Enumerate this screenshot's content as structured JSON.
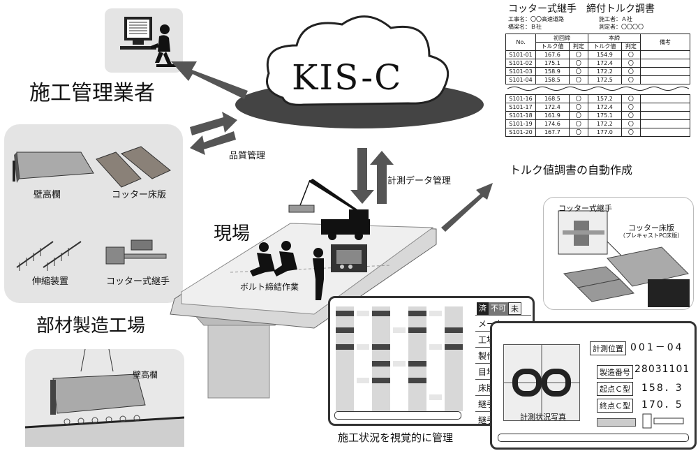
{
  "cloud": {
    "label": "KIS-C"
  },
  "manager": {
    "label": "施工管理業者"
  },
  "arrows": {
    "quality": "品質管理",
    "measurement": "計測データ管理"
  },
  "site": {
    "label": "現場",
    "work": "ボルト締結作業"
  },
  "factory": {
    "label": "部材製造工場",
    "items": [
      "壁高欄",
      "コッター床版",
      "伸縮装置",
      "コッター式継手"
    ]
  },
  "wall_photo": {
    "label": "壁高欄"
  },
  "report": {
    "title": "コッター式継手　締付トルク調書",
    "meta": [
      "工事名：〇〇高速道路",
      "施工者：Ａ社",
      "橋梁名：Ｂ社",
      "測定者：〇〇〇〇"
    ],
    "headers": {
      "no": "No.",
      "g1": "初回締",
      "g2": "本締",
      "torque": "トルク値",
      "judge": "判定",
      "remark": "備考"
    },
    "rows": [
      [
        "S101-01",
        "167.6",
        "〇",
        "154.9",
        "〇"
      ],
      [
        "S101-02",
        "175.1",
        "〇",
        "172.4",
        "〇"
      ],
      [
        "S101-03",
        "158.9",
        "〇",
        "172.2",
        "〇"
      ],
      [
        "S101-04",
        "158.5",
        "〇",
        "172.5",
        "〇"
      ],
      [
        "S101-16",
        "168.5",
        "〇",
        "157.2",
        "〇"
      ],
      [
        "S101-17",
        "172.4",
        "〇",
        "172.4",
        "〇"
      ],
      [
        "S101-18",
        "161.9",
        "〇",
        "175.1",
        "〇"
      ],
      [
        "S101-19",
        "174.6",
        "〇",
        "172.2",
        "〇"
      ],
      [
        "S101-20",
        "167.7",
        "〇",
        "177.0",
        "〇"
      ]
    ],
    "caption": "トルク値調書の自動作成"
  },
  "detail": {
    "joint": "コッター式継手",
    "slab": "コッター床版",
    "slab_sub": "（プレキャストPC床版）"
  },
  "monitor": {
    "legend": [
      "済",
      "不可",
      "未"
    ],
    "fields": [
      "メーカー",
      "工場",
      "製作",
      "目地",
      "床版",
      "継手",
      "継手"
    ],
    "caption": "施工状況を視覚的に管理"
  },
  "measurement": {
    "photo_label": "計測状況写真",
    "position_label": "計測位置",
    "position_value": "001－04",
    "serial_label": "製造番号",
    "serial_value": "28031101",
    "start_label": "起点Ｃ型",
    "start_value": "158．3",
    "end_label": "終点Ｃ型",
    "end_value": "170．5"
  }
}
